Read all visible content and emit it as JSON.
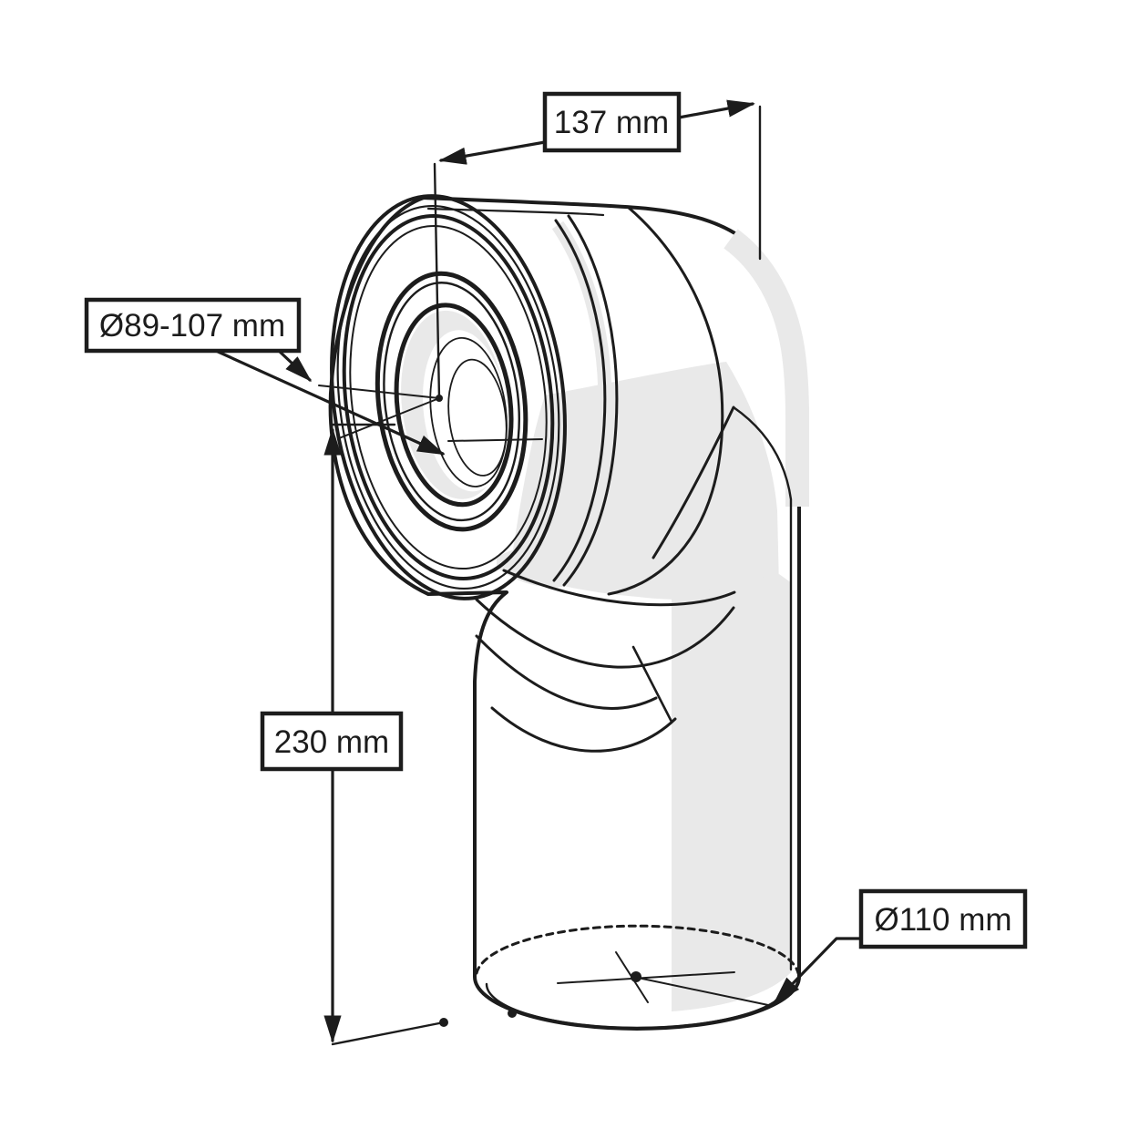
{
  "drawing": {
    "type": "technical-dimension-drawing",
    "colors": {
      "line": "#1c1c1c",
      "background": "#ffffff",
      "shade": "#e9e9e9"
    },
    "annotations": {
      "width_label": "137 mm",
      "socket_diameter_label": "Ø89-107 mm",
      "height_label": "230 mm",
      "outlet_diameter_label": "Ø110 mm"
    }
  }
}
